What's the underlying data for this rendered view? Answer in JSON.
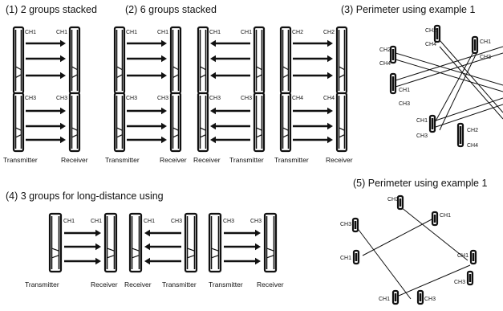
{
  "headings": {
    "h1": "(1) 2 groups stacked",
    "h2": "(2) 6 groups stacked",
    "h3": "(3) Perimeter using example 1",
    "h4": "(4) 3 groups for long-distance using",
    "h5": "(5) Perimeter using example 1"
  },
  "channels": {
    "ch1": "CH1",
    "ch2": "CH2",
    "ch3": "CH3",
    "ch4": "CH4"
  },
  "captions": {
    "transmitter": "Transmitter",
    "receiver": "Receiver"
  },
  "colors": {
    "ink": "#111111",
    "unit_fill": "#ffffff"
  }
}
